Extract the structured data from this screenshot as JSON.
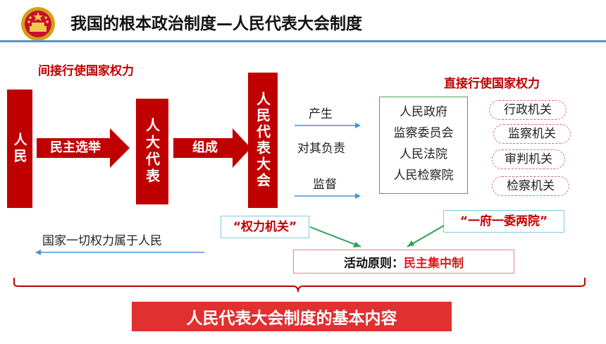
{
  "header": {
    "title": "我国的根本政治制度—人民代表大会制度"
  },
  "left": {
    "indirect_label": "间接行使国家权力",
    "people": "人民",
    "arrow_election": "民主选举",
    "npc_deputies": "人大代表",
    "arrow_form": "组成",
    "npc": "人民代表大会",
    "all_power": "国家一切权力属于人民"
  },
  "relations": {
    "produce": "产生",
    "accountable": "对其负责",
    "supervise": "监督"
  },
  "right": {
    "direct_label": "直接行使国家权力",
    "organs": [
      "人民政府",
      "监察委员会",
      "人民法院",
      "人民检察院"
    ],
    "organ_types": [
      "行政机关",
      "监察机关",
      "审判机关",
      "检察机关"
    ]
  },
  "quotes": {
    "power_organ": "“权力机关”",
    "one_gov": "“一府一委两院”"
  },
  "principle": {
    "label": "活动原则：",
    "value": "民主集中制"
  },
  "footer": {
    "banner": "人民代表大会制度的基本内容"
  },
  "colors": {
    "accent_red": "#c00000",
    "banner_red": "#e03030",
    "rule_blue": "#5b8fd6",
    "green": "#4ca64c"
  }
}
